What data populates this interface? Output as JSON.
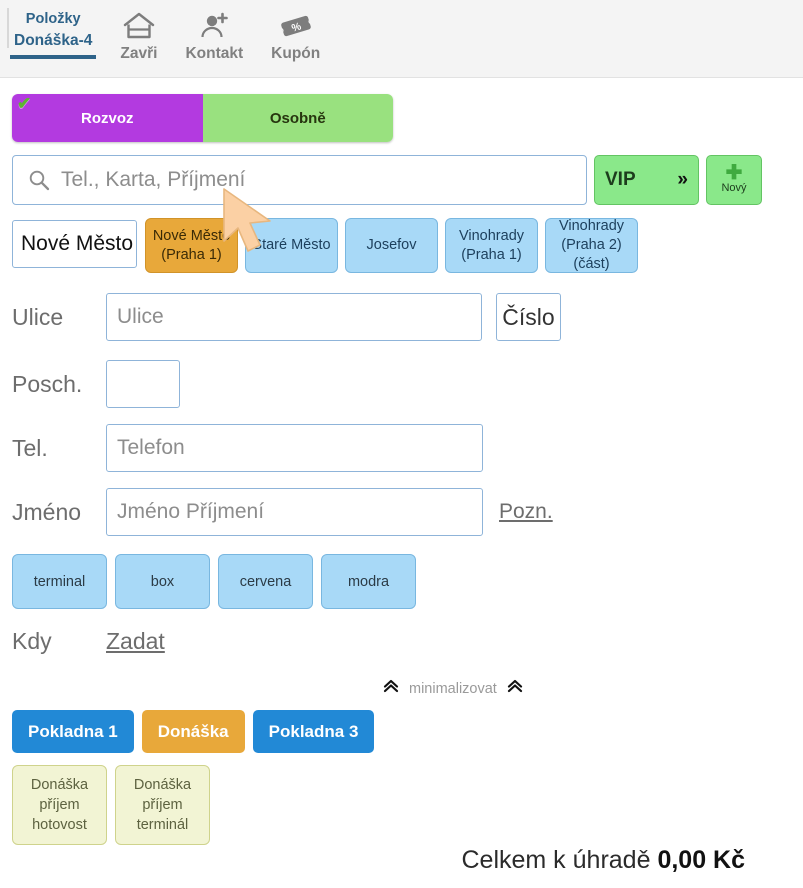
{
  "topnav": {
    "tabs": [
      {
        "line1": "Položky",
        "line2": "Donáška-4",
        "icon": "",
        "active": true
      },
      {
        "label": "Zavři",
        "icon": "home-icon"
      },
      {
        "label": "Kontakt",
        "icon": "add-contact-icon"
      },
      {
        "label": "Kupón",
        "icon": "coupon-percent-icon"
      }
    ]
  },
  "delivery_mode": {
    "selected": "Rozvoz",
    "options": [
      "Rozvoz",
      "Osobně"
    ],
    "checkmark": "✔",
    "selected_color": "#b33ae0",
    "alt_color": "#99e17f"
  },
  "search": {
    "placeholder": "Tel., Karta, Příjmení",
    "vip_label": "VIP",
    "vip_chevron": "»",
    "new_label": "Nový",
    "new_plus": "✚"
  },
  "city": {
    "value": "Nové Město",
    "districts": [
      {
        "label": "Nové Město (Praha 1)",
        "selected": true,
        "check": "✔"
      },
      {
        "label": "Staré Město",
        "selected": false
      },
      {
        "label": "Josefov",
        "selected": false
      },
      {
        "label": "Vinohrady (Praha 1)",
        "selected": false
      },
      {
        "label": "Vinohrady (Praha 2) (část)",
        "selected": false
      }
    ]
  },
  "form": {
    "ulice_label": "Ulice",
    "ulice_placeholder": "Ulice",
    "cislo_label": "Číslo",
    "posch_label": "Posch.",
    "posch_value": "",
    "tel_label": "Tel.",
    "tel_placeholder": "Telefon",
    "jmeno_label": "Jméno",
    "jmeno_placeholder": "Jméno Příjmení",
    "pozn_label": "Pozn.",
    "kdy_label": "Kdy",
    "zadat_label": "Zadat"
  },
  "tags": [
    "terminal",
    "box",
    "cervena",
    "modra"
  ],
  "minimize": {
    "label": "minimalizovat",
    "icon": "chevron-double-up-icon"
  },
  "pay_buttons": [
    {
      "label": "Pokladna 1",
      "style": "blue"
    },
    {
      "label": "Donáška",
      "style": "orange"
    },
    {
      "label": "Pokladna 3",
      "style": "blue"
    }
  ],
  "small_buttons": [
    {
      "l1": "Donáška",
      "l2": "příjem",
      "l3": "hotovost"
    },
    {
      "l1": "Donáška",
      "l2": "příjem",
      "l3": "terminál"
    }
  ],
  "total": {
    "label": "Celkem k úhradě",
    "amount": "0,00 Kč"
  }
}
